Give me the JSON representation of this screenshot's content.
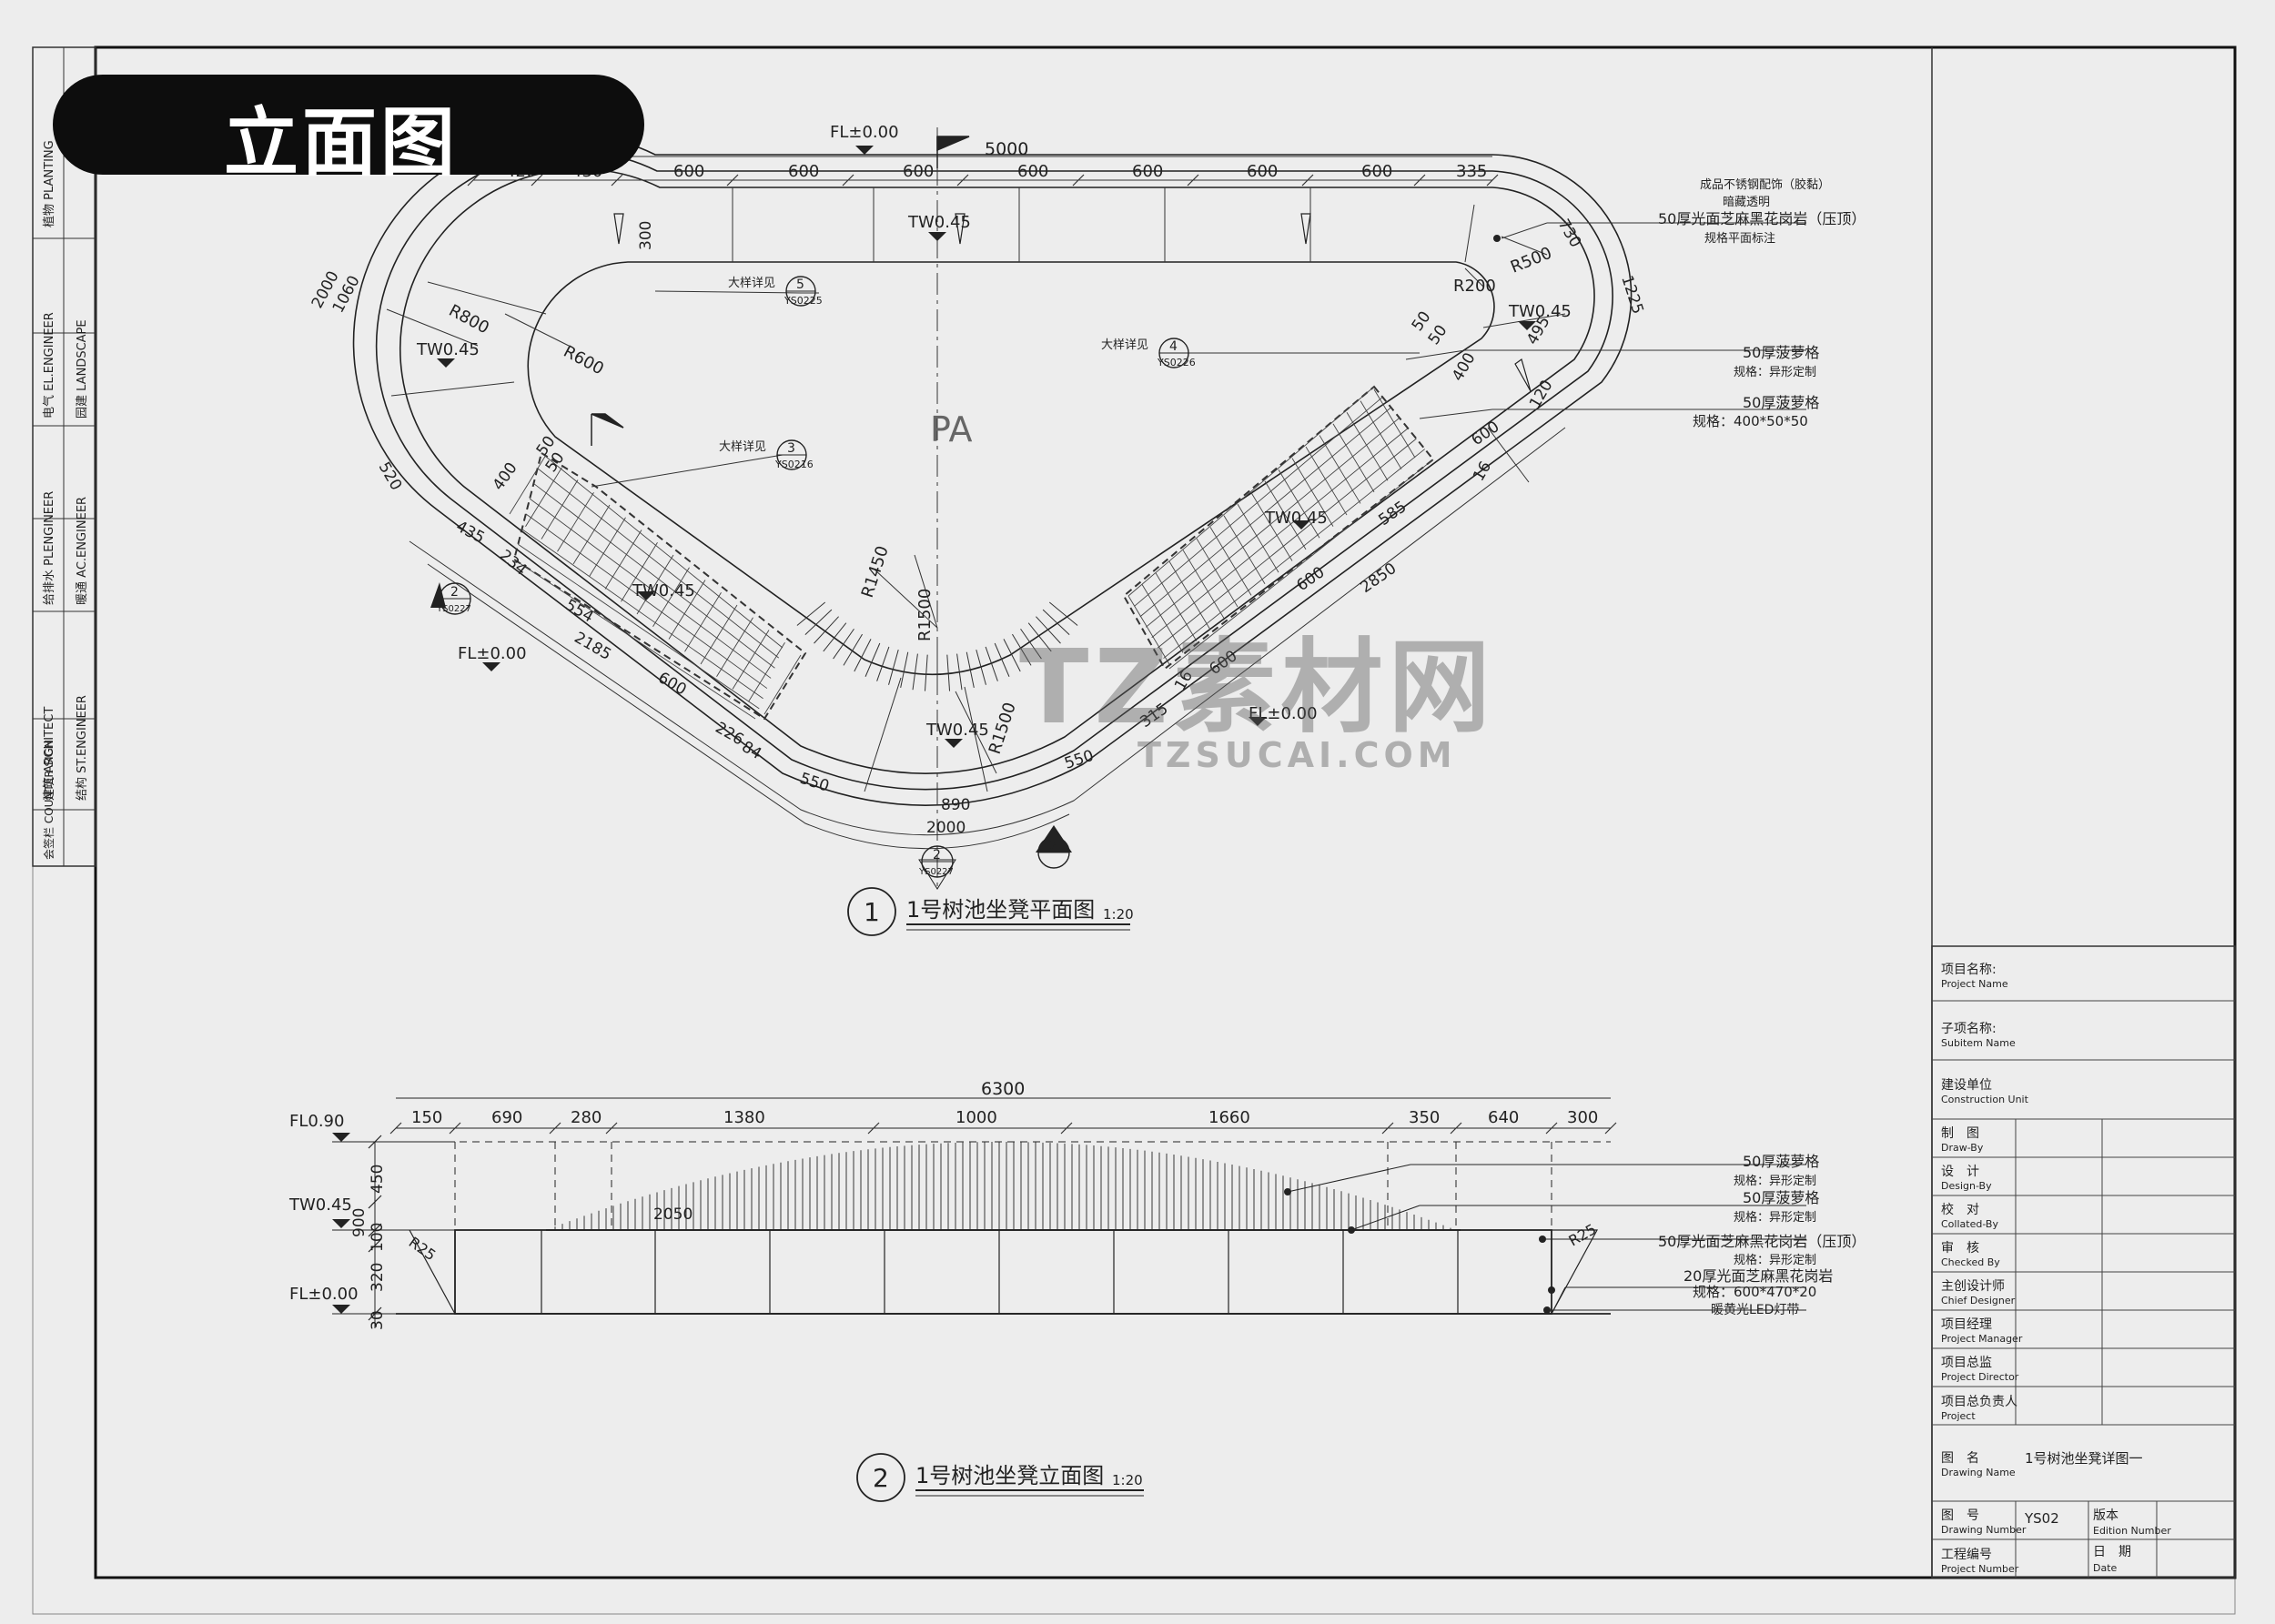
{
  "badge": {
    "title": "立面图"
  },
  "watermark": {
    "logo": "TZ素材网",
    "url": "TZSUCAI.COM"
  },
  "side_strip": {
    "cells": [
      {
        "cn": "植物",
        "en": "PLANTING"
      },
      {
        "cn": "电气",
        "en": "EL.ENGINEER"
      },
      {
        "cn": "园建",
        "en": "LANDSCAPE"
      },
      {
        "cn": "给排水",
        "en": "PLENGINEER"
      },
      {
        "cn": "暖通",
        "en": "AC.ENGINEER"
      },
      {
        "cn": "建筑",
        "en": "ARCHITECT"
      },
      {
        "cn": "结构",
        "en": "ST.ENGINEER"
      },
      {
        "cn": "会签栏",
        "en": "COUNTER SIGN"
      }
    ]
  },
  "plan": {
    "title": "1号树池坐凳平面图",
    "scale": "1:20",
    "number": "1",
    "dims_top": [
      "420",
      "430",
      "600",
      "600",
      "600",
      "600",
      "600",
      "600",
      "600",
      "335"
    ],
    "overall": "5000",
    "levels": [
      "FL±0.00",
      "TW0.45",
      "TW0.45",
      "TW0.45",
      "TW0.45",
      "TW0.45",
      "FL±0.00",
      "FL±0.00",
      "TW0.45"
    ],
    "radii": [
      "R800",
      "R600",
      "R200",
      "R500",
      "R1450",
      "R1500",
      "R1500"
    ],
    "dims_misc": [
      "2000",
      "1060",
      "300",
      "730",
      "1225",
      "495",
      "120",
      "400",
      "600",
      "585",
      "2850",
      "600",
      "600",
      "315",
      "550",
      "890",
      "2000",
      "550",
      "226",
      "84",
      "554",
      "2185",
      "600",
      "435",
      "520",
      "234",
      "400",
      "50",
      "50",
      "50",
      "50",
      "16",
      "16"
    ],
    "details": [
      {
        "label": "大样详见",
        "num": "5",
        "ref": "YS0225"
      },
      {
        "label": "大样详见",
        "num": "4",
        "ref": "YS0226"
      },
      {
        "label": "大样详见",
        "num": "3",
        "ref": "YS0216"
      }
    ],
    "section_marks": [
      {
        "num": "2",
        "ref": "YS0227"
      },
      {
        "num": "2",
        "ref": "YS0227"
      },
      {
        "num": "2",
        "ref": ""
      }
    ],
    "pa_label": "PA",
    "notes": [
      "成品不锈钢配饰（胶黏）",
      "暗藏透明",
      "50厚光面芝麻黑花岗岩（压顶）",
      "规格平面标注",
      "50厚菠萝格",
      "规格：异形定制",
      "50厚菠萝格",
      "规格：400*50*50"
    ]
  },
  "elevation": {
    "title": "1号树池坐凳立面图",
    "scale": "1:20",
    "number": "2",
    "overall": "6300",
    "dims_top": [
      "150",
      "690",
      "280",
      "1380",
      "1000",
      "1660",
      "350",
      "640",
      "300"
    ],
    "levels": [
      "FL0.90",
      "TW0.45",
      "FL±0.00"
    ],
    "dims_left": [
      "450",
      "900",
      "100",
      "320",
      "30"
    ],
    "radii": [
      "R25",
      "R25"
    ],
    "dim_mid": "2050",
    "notes": [
      "50厚菠萝格",
      "规格：异形定制",
      "50厚菠萝格",
      "规格：异形定制",
      "50厚光面芝麻黑花岗岩（压顶）",
      "规格：异形定制",
      "20厚光面芝麻黑花岗岩",
      "规格：600*470*20",
      "暖黄光LED灯带"
    ]
  },
  "title_block": {
    "rows": [
      {
        "cn": "项目名称:",
        "en": "Project Name"
      },
      {
        "cn": "子项名称:",
        "en": "Subitem Name"
      },
      {
        "cn": "建设单位",
        "en": "Construction Unit"
      },
      {
        "cn": "制　图",
        "en": "Draw-By"
      },
      {
        "cn": "设　计",
        "en": "Design-By"
      },
      {
        "cn": "校　对",
        "en": "Collated-By"
      },
      {
        "cn": "审　核",
        "en": "Checked By"
      },
      {
        "cn": "主创设计师",
        "en": "Chief Designer"
      },
      {
        "cn": "项目经理",
        "en": "Project Manager"
      },
      {
        "cn": "项目总监",
        "en": "Project Director"
      },
      {
        "cn": "项目总负责人",
        "en": "Project"
      },
      {
        "cn": "图　名",
        "en": "Drawing Name"
      },
      {
        "cn": "图　号",
        "en": "Drawing Number"
      },
      {
        "cn": "工程编号",
        "en": "Project Number"
      }
    ],
    "drawing_name": "1号树池坐凳详图一",
    "drawing_number": "YS02",
    "edition": {
      "cn": "版本",
      "en": "Edition Number"
    },
    "date": {
      "cn": "日　期",
      "en": "Date"
    }
  }
}
